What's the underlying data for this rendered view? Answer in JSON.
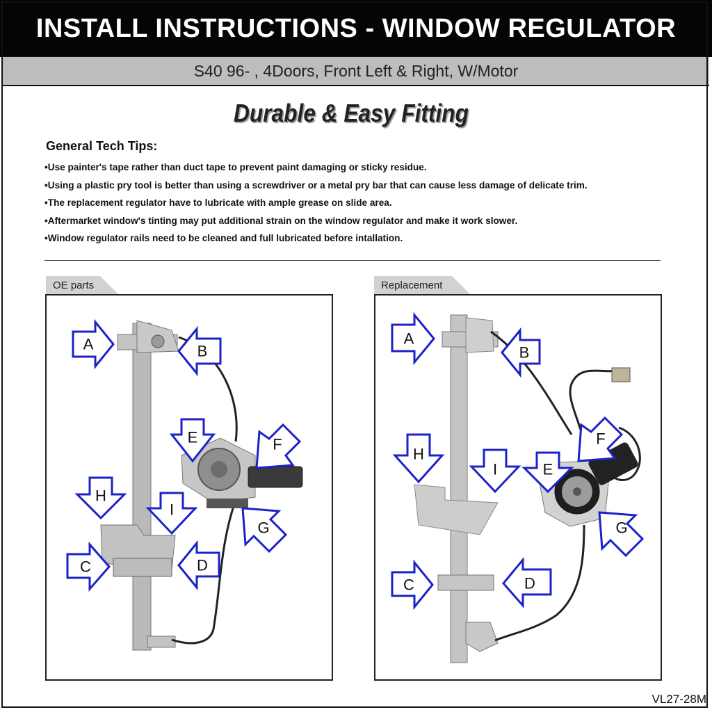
{
  "header": {
    "title": "INSTALL INSTRUCTIONS - WINDOW REGULATOR",
    "subtitle": "S40  96- , 4Doors, Front Left & Right, W/Motor",
    "slogan": "Durable  &  Easy Fitting"
  },
  "tips": {
    "heading": "General Tech Tips:",
    "items": [
      "Use painter's tape rather than duct tape to prevent paint damaging or sticky residue.",
      "Using a plastic pry tool is better than using a screwdriver or a metal pry bar that can cause less damage of delicate trim.",
      "The replacement regulator have to lubricate with ample grease on slide area.",
      "Aftermarket window's tinting may put additional strain on the window regulator and make it work slower.",
      "Window regulator rails need to be cleaned and full lubricated before intallation."
    ]
  },
  "panels": {
    "oe_label": "OE parts",
    "replacement_label": "Replacement",
    "callouts": [
      "A",
      "B",
      "C",
      "D",
      "E",
      "F",
      "G",
      "H",
      "I"
    ]
  },
  "part_code": "VL27-28M",
  "colors": {
    "arrow_outline": "#1b22c8",
    "title_bg": "#050505",
    "subtitle_bg": "#bdbdbd"
  }
}
